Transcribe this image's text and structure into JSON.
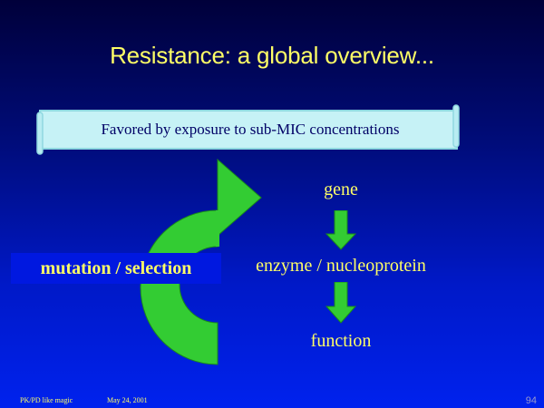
{
  "slide": {
    "title": "Resistance: a global overview...",
    "banner_text": "Favored by exposure to sub-MIC concentrations",
    "cycle_label": "mutation / selection",
    "flow": {
      "step1": "gene",
      "step2": "enzyme / nucleoprotein",
      "step3": "function"
    },
    "footer": {
      "left": "PK/PD like magic",
      "date": "May 24, 2001",
      "page_number": "94"
    }
  },
  "colors": {
    "text": "#ffff66",
    "arrow_green": "#33cc33",
    "banner_fill": "#c6f2f6",
    "banner_text": "#000066"
  }
}
